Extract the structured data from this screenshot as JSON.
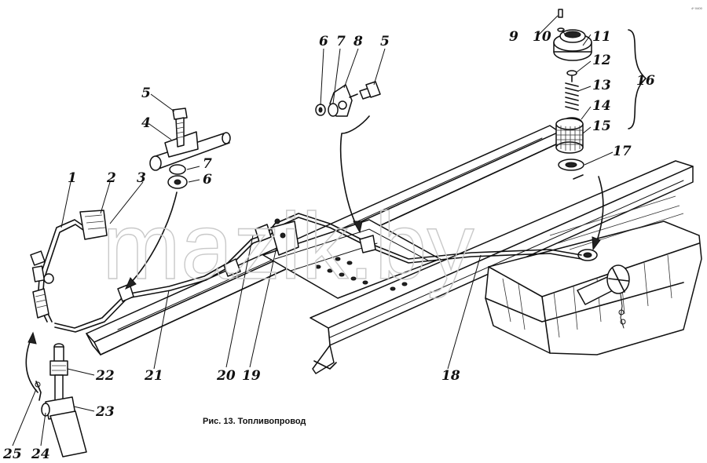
{
  "figure": {
    "caption": "Рис. 13. Топливопровод",
    "corner_mark": "4* 0400",
    "watermark": "mazik.by"
  },
  "callouts": {
    "n1": "1",
    "n2": "2",
    "n3": "3",
    "n4": "4",
    "n5a": "5",
    "n5b": "5",
    "n6a": "6",
    "n6b": "6",
    "n7a": "7",
    "n7b": "7",
    "n8": "8",
    "n9": "9",
    "n10": "10",
    "n11": "11",
    "n12": "12",
    "n13": "13",
    "n14": "14",
    "n15": "15",
    "n16": "16",
    "n17": "17",
    "n18": "18",
    "n19": "19",
    "n20": "20",
    "n21": "21",
    "n22": "22",
    "n23": "23",
    "n24": "24",
    "n25": "25"
  }
}
